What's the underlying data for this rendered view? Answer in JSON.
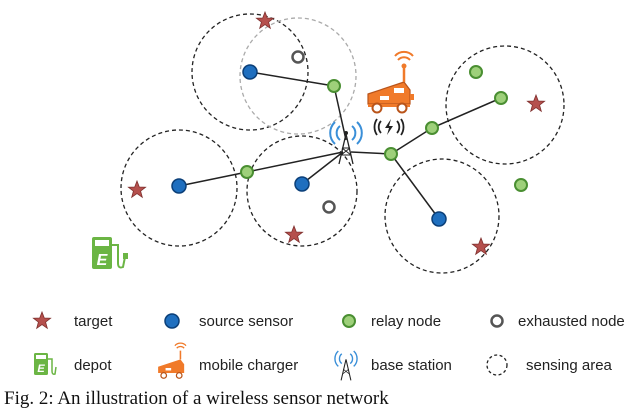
{
  "colors": {
    "target": "#b5504d",
    "source": "#1f6fbf",
    "source_stroke": "#0b3f78",
    "relay_fill": "#9ed07a",
    "relay_stroke": "#4a8f32",
    "exhausted": "#555555",
    "depot": "#6bb544",
    "charger": "#f07a2a",
    "base_station": "#3a8fd8",
    "link": "#222222",
    "area": "#222222",
    "area_faded": "#aaaaaa"
  },
  "legend": {
    "target": "target",
    "source": "source sensor",
    "relay": "relay node",
    "exhausted": "exhausted node",
    "depot": "depot",
    "charger": "mobile charger",
    "base_station": "base station",
    "area": "sensing area"
  },
  "caption": "Fig. 2: An illustration of a wireless sensor network",
  "icons": {
    "depot": "depot-icon",
    "charger": "mobile-charger-icon",
    "base_station": "base-station-icon",
    "charging": "charging-bolt-icon"
  }
}
